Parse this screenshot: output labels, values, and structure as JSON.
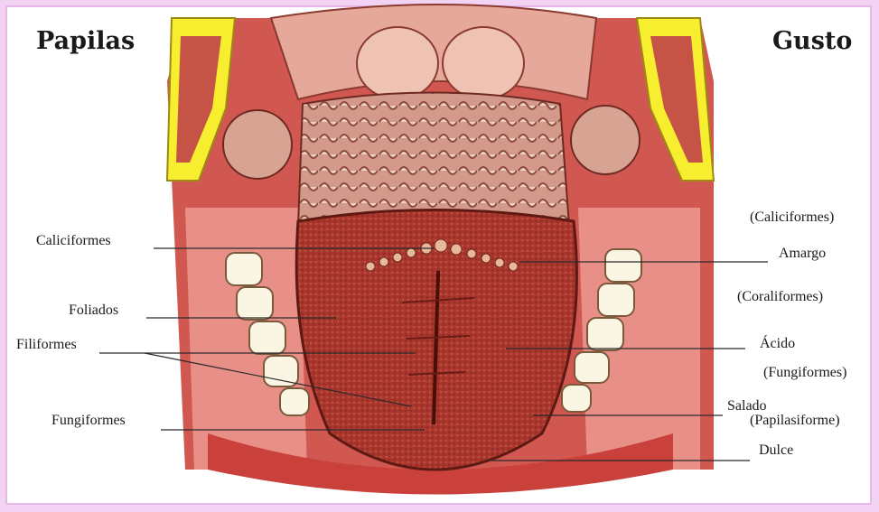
{
  "titles": {
    "left": "Papilas",
    "right": "Gusto"
  },
  "papilla_labels": {
    "caliciformes": "Caliciformes",
    "foliados": "Foliados",
    "filiformes": "Filiformes",
    "fungiformes": "Fungiformes"
  },
  "taste_labels": {
    "amargo": "Amargo",
    "acido": "Ácido",
    "salado": "Salado",
    "dulce": "Dulce"
  },
  "papilla_type_notes": {
    "caliciformes": "(Caliciformes)",
    "coraliformes": "(Coraliformes)",
    "fungiformes": "(Fungiformes)",
    "papilasiforme": "(Papilasiforme)"
  },
  "colors": {
    "page_border": "#e9b6ea",
    "tongue": "#a8362d",
    "mucosa": "#e88f88",
    "fat": "#f6ee2e",
    "label_line": "#2a2a2a"
  }
}
